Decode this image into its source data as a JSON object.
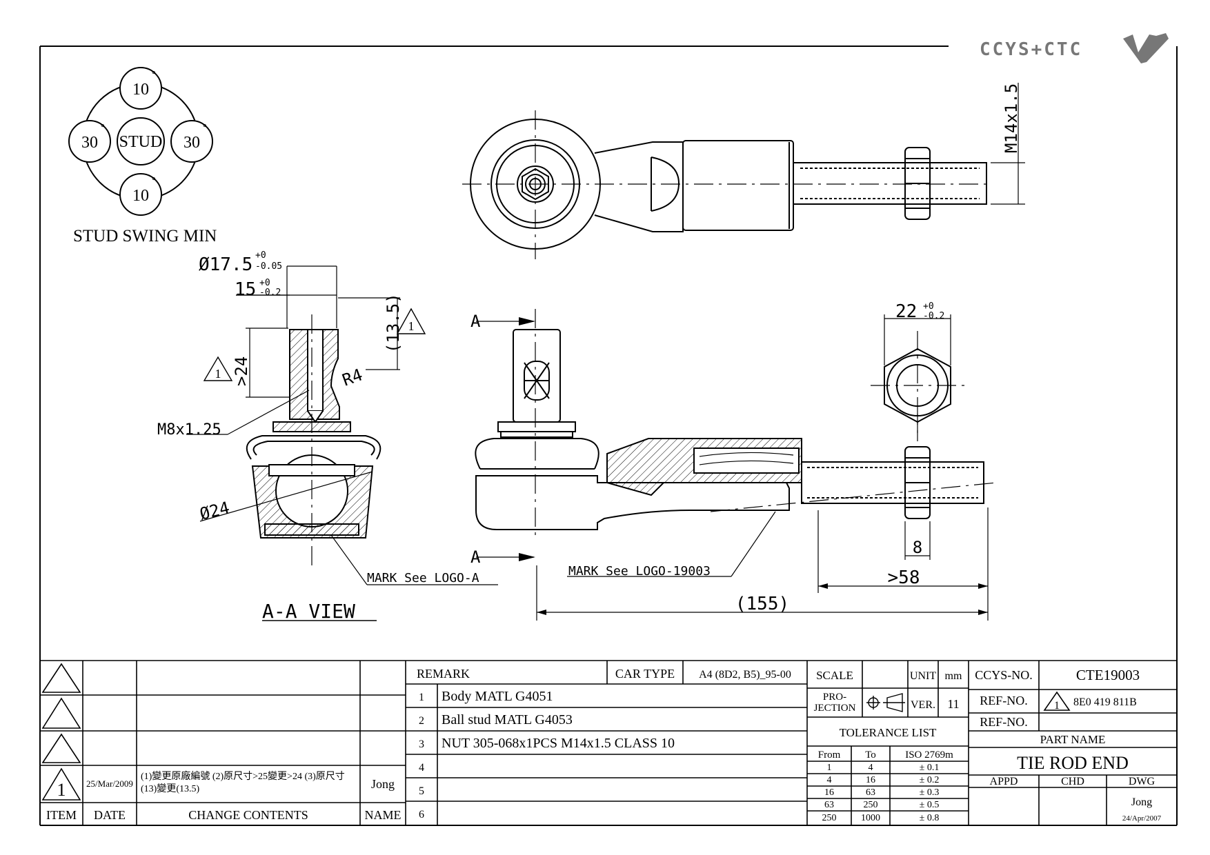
{
  "logo": {
    "text": "CCYS+CTC"
  },
  "swing": {
    "center": "STUD",
    "top": "10",
    "bottom": "10",
    "left": "30",
    "right": "30",
    "degree": "°",
    "caption": "STUD SWING MIN"
  },
  "dims": {
    "d175_main": "Ø17.5",
    "d175_tol_upper": "+0",
    "d175_tol_lower": "-0.05",
    "d15_main": "15",
    "d15_tol_upper": "+0",
    "d15_tol_lower": "-0.2",
    "d135": "(13.5)",
    "rev_mark": "1",
    "d24": ">24",
    "r4": "R4",
    "m8": "M8x1.25",
    "phi24": "Ø24",
    "mark_a": "MARK See LOGO-A",
    "aa_view": "A-A VIEW",
    "m14": "M14x1.5",
    "section_a": "A",
    "d22_main": "22",
    "d22_tol_upper": "+0",
    "d22_tol_lower": "-0.2",
    "d8": "8",
    "d58": ">58",
    "d155": "(155)",
    "mark_19003": "MARK See LOGO-19003"
  },
  "revisions": {
    "rows": [
      {
        "mark": "",
        "date": "",
        "contents": "",
        "name": ""
      },
      {
        "mark": "",
        "date": "",
        "contents": "",
        "name": ""
      },
      {
        "mark": "",
        "date": "",
        "contents": "",
        "name": ""
      },
      {
        "mark": "1",
        "date": "25/Mar/2009",
        "contents_line1": "(1)變更原廠編號 (2)原尺寸>25變更>24 (3)原尺寸",
        "contents_line2": "(13)變更(13.5)",
        "name": "Jong"
      }
    ],
    "headers": {
      "item": "ITEM",
      "date": "DATE",
      "contents": "CHANGE CONTENTS",
      "name": "NAME"
    }
  },
  "remarks": {
    "label": "REMARK",
    "car_type_label": "CAR TYPE",
    "car_type": "A4 (8D2, B5)_95-00",
    "items": [
      {
        "no": "1",
        "text": "Body MATL G4051"
      },
      {
        "no": "2",
        "text": "Ball stud MATL G4053"
      },
      {
        "no": "3",
        "text": "NUT 305-068x1PCS M14x1.5 CLASS 10"
      },
      {
        "no": "4",
        "text": ""
      },
      {
        "no": "5",
        "text": ""
      },
      {
        "no": "6",
        "text": ""
      }
    ]
  },
  "specs": {
    "scale_label": "SCALE",
    "unit_label": "UNIT",
    "unit": "mm",
    "projection_line1": "PRO-",
    "projection_line2": "JECTION",
    "ver_label": "VER.",
    "ver": "11",
    "tolerance_title": "TOLERANCE LIST",
    "tol_headers": {
      "from": "From",
      "to": "To",
      "iso": "ISO 2769m"
    },
    "tolerances": [
      {
        "from": "1",
        "to": "4",
        "tol": "± 0.1"
      },
      {
        "from": "4",
        "to": "16",
        "tol": "± 0.2"
      },
      {
        "from": "16",
        "to": "63",
        "tol": "± 0.3"
      },
      {
        "from": "63",
        "to": "250",
        "tol": "± 0.5"
      },
      {
        "from": "250",
        "to": "1000",
        "tol": "± 0.8"
      }
    ]
  },
  "title_block": {
    "ccys_label": "CCYS-NO.",
    "ccys_no": "CTE19003",
    "ref1_label": "REF-NO.",
    "ref1_mark": "1",
    "ref1_value": "8E0 419 811B",
    "ref2_label": "REF-NO.",
    "ref2_value": "",
    "part_name_label": "PART NAME",
    "part_name": "TIE ROD END",
    "appd_label": "APPD",
    "chd_label": "CHD",
    "dwg_label": "DWG",
    "dwg_name": "Jong",
    "dwg_date": "24/Apr/2007"
  }
}
